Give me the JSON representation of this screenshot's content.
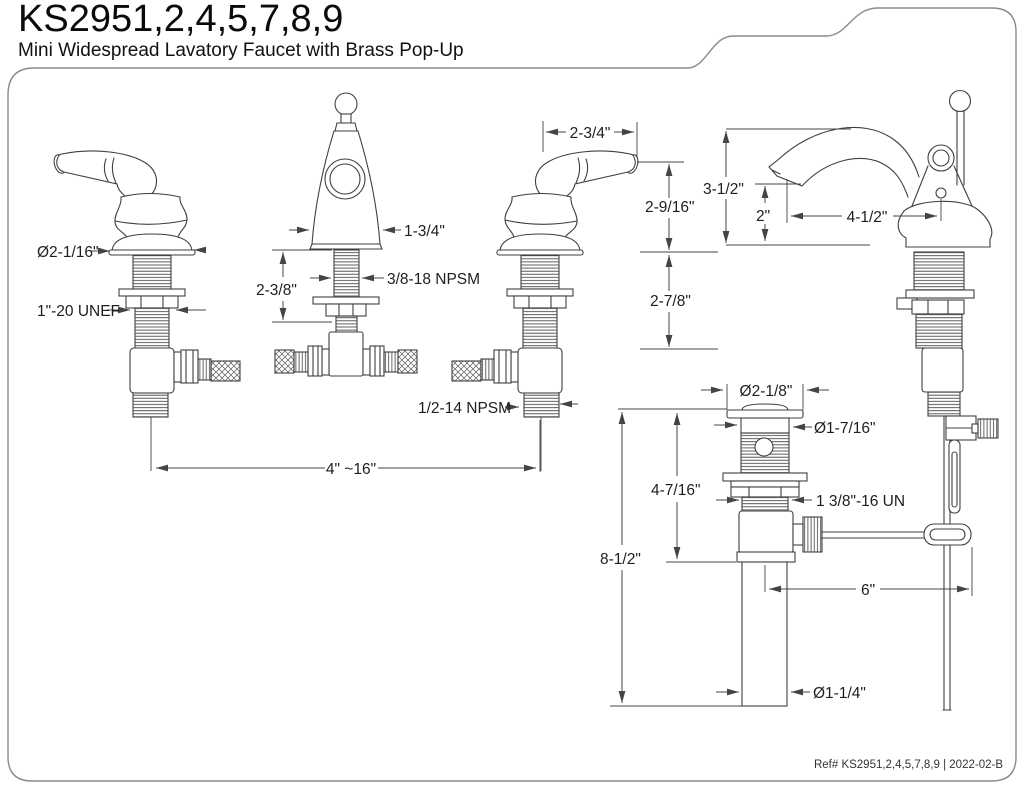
{
  "header": {
    "model": "KS2951,2,4,5,7,8,9",
    "subtitle": "Mini Widespread Lavatory Faucet with Brass Pop-Up"
  },
  "footer": {
    "ref": "Ref# KS2951,2,4,5,7,8,9 | 2022-02-B"
  },
  "colors": {
    "line": "#3f3f3f",
    "frame": "#8a8a8a",
    "background": "#ffffff",
    "text": "#1e1e1e"
  },
  "views": {
    "front": {
      "handle_flange_diameter": "Ø2-1/16\"",
      "handle_shank_thread": "1\"-20 UNEF",
      "spout_base_width": "1-3/4\"",
      "spout_shank_thread": "3/8-18 NPSM",
      "spout_shank_height": "2-3/8\"",
      "handle_width": "2-3/4\"",
      "handle_height_above_deck": "2-9/16\"",
      "shank_length_below_deck": "2-7/8\"",
      "supply_inlet_thread": "1/2-14 NPSM",
      "faucet_spread": "4\" ~16\""
    },
    "side": {
      "overall_height": "3-1/2\"",
      "spout_outlet_height": "2\"",
      "spout_reach": "4-1/2\""
    },
    "drain": {
      "flange_diameter": "Ø2-1/8\"",
      "body_diameter": "Ø1-7/16\"",
      "upper_body_length": "4-7/16\"",
      "body_thread": "1 3/8\"-16 UN",
      "overall_length": "8-1/2\"",
      "pivot_rod_length": "6\"",
      "tailpiece_diameter": "Ø1-1/4\""
    }
  }
}
